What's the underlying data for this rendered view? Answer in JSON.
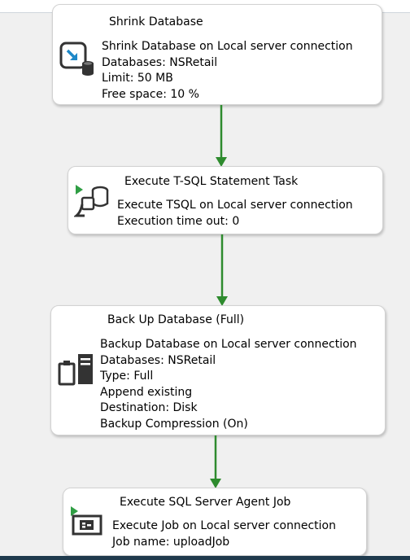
{
  "tasks": [
    {
      "title": "Shrink Database",
      "icon": "shrink-database-icon",
      "lines": [
        "Shrink Database on Local server connection",
        "Databases: NSRetail",
        "Limit: 50 MB",
        "Free space: 10 %"
      ]
    },
    {
      "title": "Execute T-SQL Statement Task",
      "icon": "tsql-task-icon",
      "lines": [
        "Execute TSQL on Local server connection",
        "Execution time out: 0"
      ]
    },
    {
      "title": "Back Up Database (Full)",
      "icon": "backup-database-icon",
      "lines": [
        "Backup Database on Local server connection",
        "Databases: NSRetail",
        "Type: Full",
        "Append existing",
        "Destination: Disk",
        "Backup Compression (On)"
      ]
    },
    {
      "title": "Execute SQL Server Agent Job",
      "icon": "agent-job-icon",
      "lines": [
        "Execute Job on Local server connection",
        "Job name: uploadJob"
      ]
    }
  ],
  "colors": {
    "canvas": "#f0f0f0",
    "connector": "#2e8b2e",
    "icon_dark": "#333333",
    "icon_accent": "#1e88c8",
    "play_green": "#2f9e44"
  }
}
